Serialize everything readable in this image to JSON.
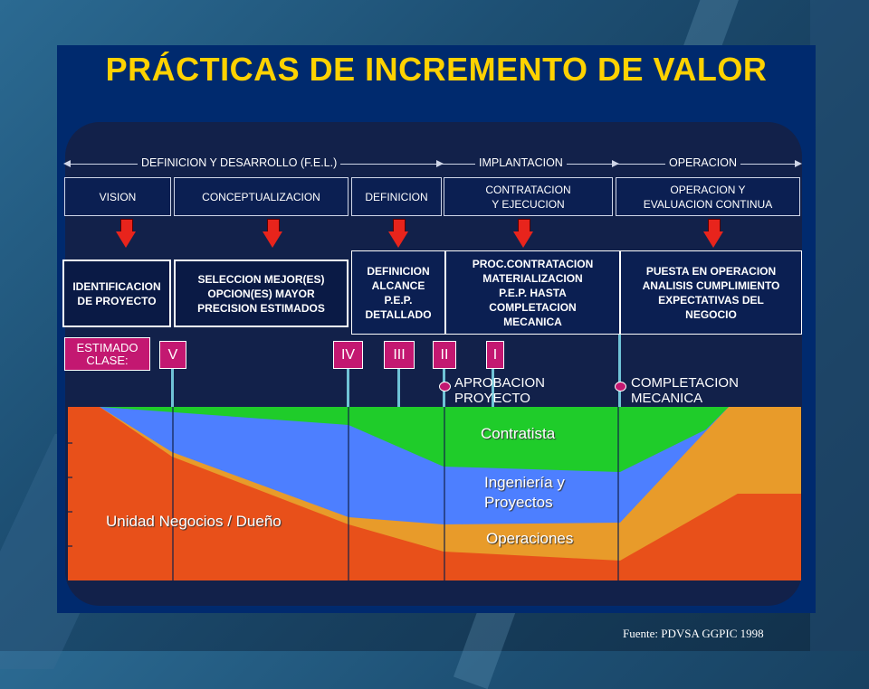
{
  "title": "PRÁCTICAS DE INCREMENTO  DE VALOR",
  "phases": [
    {
      "label": "DEFINICION Y DESARROLLO (F.E.L.)"
    },
    {
      "label": "IMPLANTACION"
    },
    {
      "label": "OPERACION"
    }
  ],
  "stages": [
    {
      "label": "VISION"
    },
    {
      "label": "CONCEPTUALIZACION"
    },
    {
      "label": "DEFINICION"
    },
    {
      "label": "CONTRATACION\nY EJECUCION"
    },
    {
      "label": "OPERACION Y\nEVALUACION CONTINUA"
    }
  ],
  "activities": [
    {
      "label": "IDENTIFICACION\nDE PROYECTO"
    },
    {
      "label": "SELECCION MEJOR(ES)\nOPCION(ES) MAYOR\nPRECISION ESTIMADOS"
    },
    {
      "label": "DEFINICION\nALCANCE\nP.E.P.\nDETALLADO"
    },
    {
      "label": "PROC.CONTRATACION\nMATERIALIZACION\nP.E.P. HASTA\nCOMPLETACION\nMECANICA"
    },
    {
      "label": "PUESTA EN OPERACION\nANALISIS CUMPLIMIENTO\nEXPECTATIVAS DEL\nNEGOCIO"
    }
  ],
  "estimate": {
    "label": "ESTIMADO\nCLASE:",
    "classes": [
      "V",
      "IV",
      "III",
      "II",
      "I"
    ]
  },
  "milestones": [
    {
      "label": "APROBACION\nPROYECTO"
    },
    {
      "label": "COMPLETACION\nMECANICA"
    }
  ],
  "chart_data": {
    "type": "area",
    "series": [
      {
        "name": "Unidad Negocios / Dueño"
      },
      {
        "name": "Operaciones"
      },
      {
        "name": "Ingeniería y\nProyectos"
      },
      {
        "name": "Contratista"
      }
    ]
  },
  "colors": {
    "owner": "#e8501a",
    "operations": "#e89b2a",
    "engineering": "#4d7fff",
    "contractor": "#1fcc2a",
    "arrow": "#e8241c",
    "estimate": "#c31871",
    "title": "#ffd200"
  },
  "source": "Fuente: PDVSA GGPIC 1998"
}
